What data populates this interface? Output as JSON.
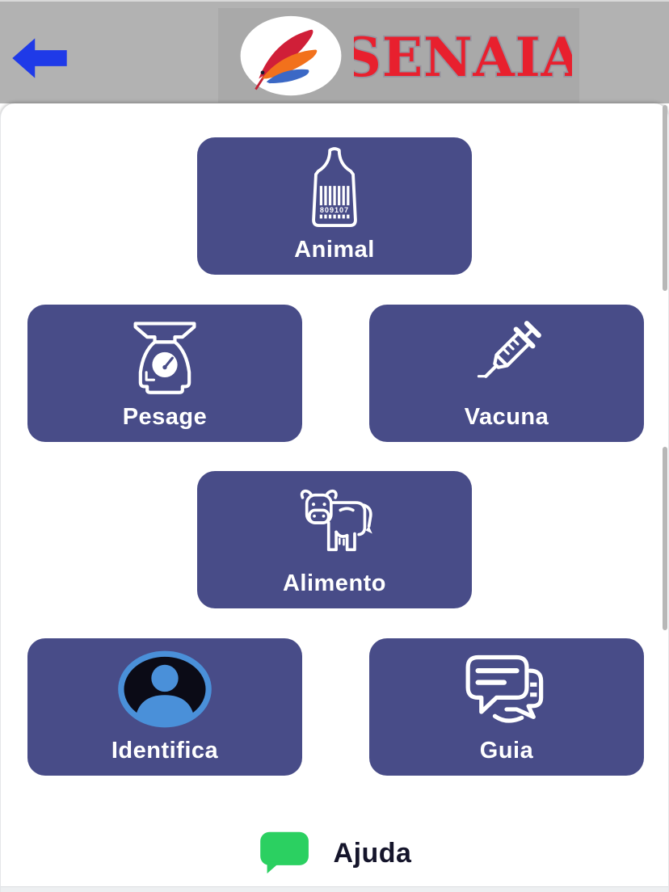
{
  "header": {
    "brand": "SENAIA"
  },
  "menu": {
    "animal": {
      "label": "Animal",
      "icon": "ear-tag-icon",
      "tag_number": "809107"
    },
    "pesage": {
      "label": "Pesage",
      "icon": "scale-icon"
    },
    "vacuna": {
      "label": "Vacuna",
      "icon": "syringe-icon"
    },
    "alimento": {
      "label": "Alimento",
      "icon": "cow-icon"
    },
    "identifica": {
      "label": "Identifica",
      "icon": "person-icon"
    },
    "guia": {
      "label": "Guia",
      "icon": "chat-bubbles-icon"
    }
  },
  "footer": {
    "help_label": "Ajuda"
  },
  "colors": {
    "header_gray": "#b2b2b2",
    "banner_gray": "#a9a9a9",
    "button_purple": "#484c88",
    "brand_red": "#e8202e",
    "back_arrow_blue": "#1f3ae8",
    "person_blue": "#4a90d9",
    "help_green": "#2bd061"
  }
}
